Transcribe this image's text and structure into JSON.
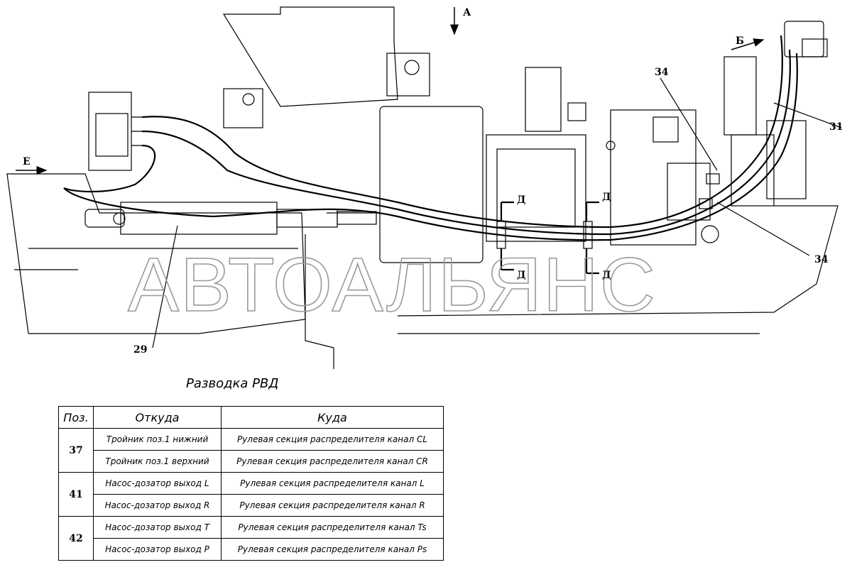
{
  "diagram": {
    "labels": {
      "view_a": "А",
      "view_b": "Б",
      "view_e": "Е",
      "section_d": "Д",
      "pos_29": "29",
      "pos_31": "31",
      "pos_34": "34"
    },
    "watermark": "АВТОАЛЬЯНС"
  },
  "table": {
    "title": "Разводка РВД",
    "headers": {
      "pos": "Поз.",
      "from": "Откуда",
      "to": "Куда"
    },
    "groups": [
      {
        "pos": "37",
        "rows": [
          {
            "from": "Тройник поз.1 нижний",
            "to": "Рулевая секция распределителя канал CL"
          },
          {
            "from": "Тройник поз.1 верхний",
            "to": "Рулевая секция распределителя канал CR"
          }
        ]
      },
      {
        "pos": "41",
        "rows": [
          {
            "from": "Насос-дозатор выход L",
            "to": "Рулевая секция распределителя канал L"
          },
          {
            "from": "Насос-дозатор выход R",
            "to": "Рулевая секция распределителя канал R"
          }
        ]
      },
      {
        "pos": "42",
        "rows": [
          {
            "from": "Насос-дозатор выход T",
            "to": "Рулевая секция распределителя канал Ts"
          },
          {
            "from": "Насос-дозатор выход P",
            "to": "Рулевая секция распределителя канал Ps"
          }
        ]
      }
    ]
  }
}
